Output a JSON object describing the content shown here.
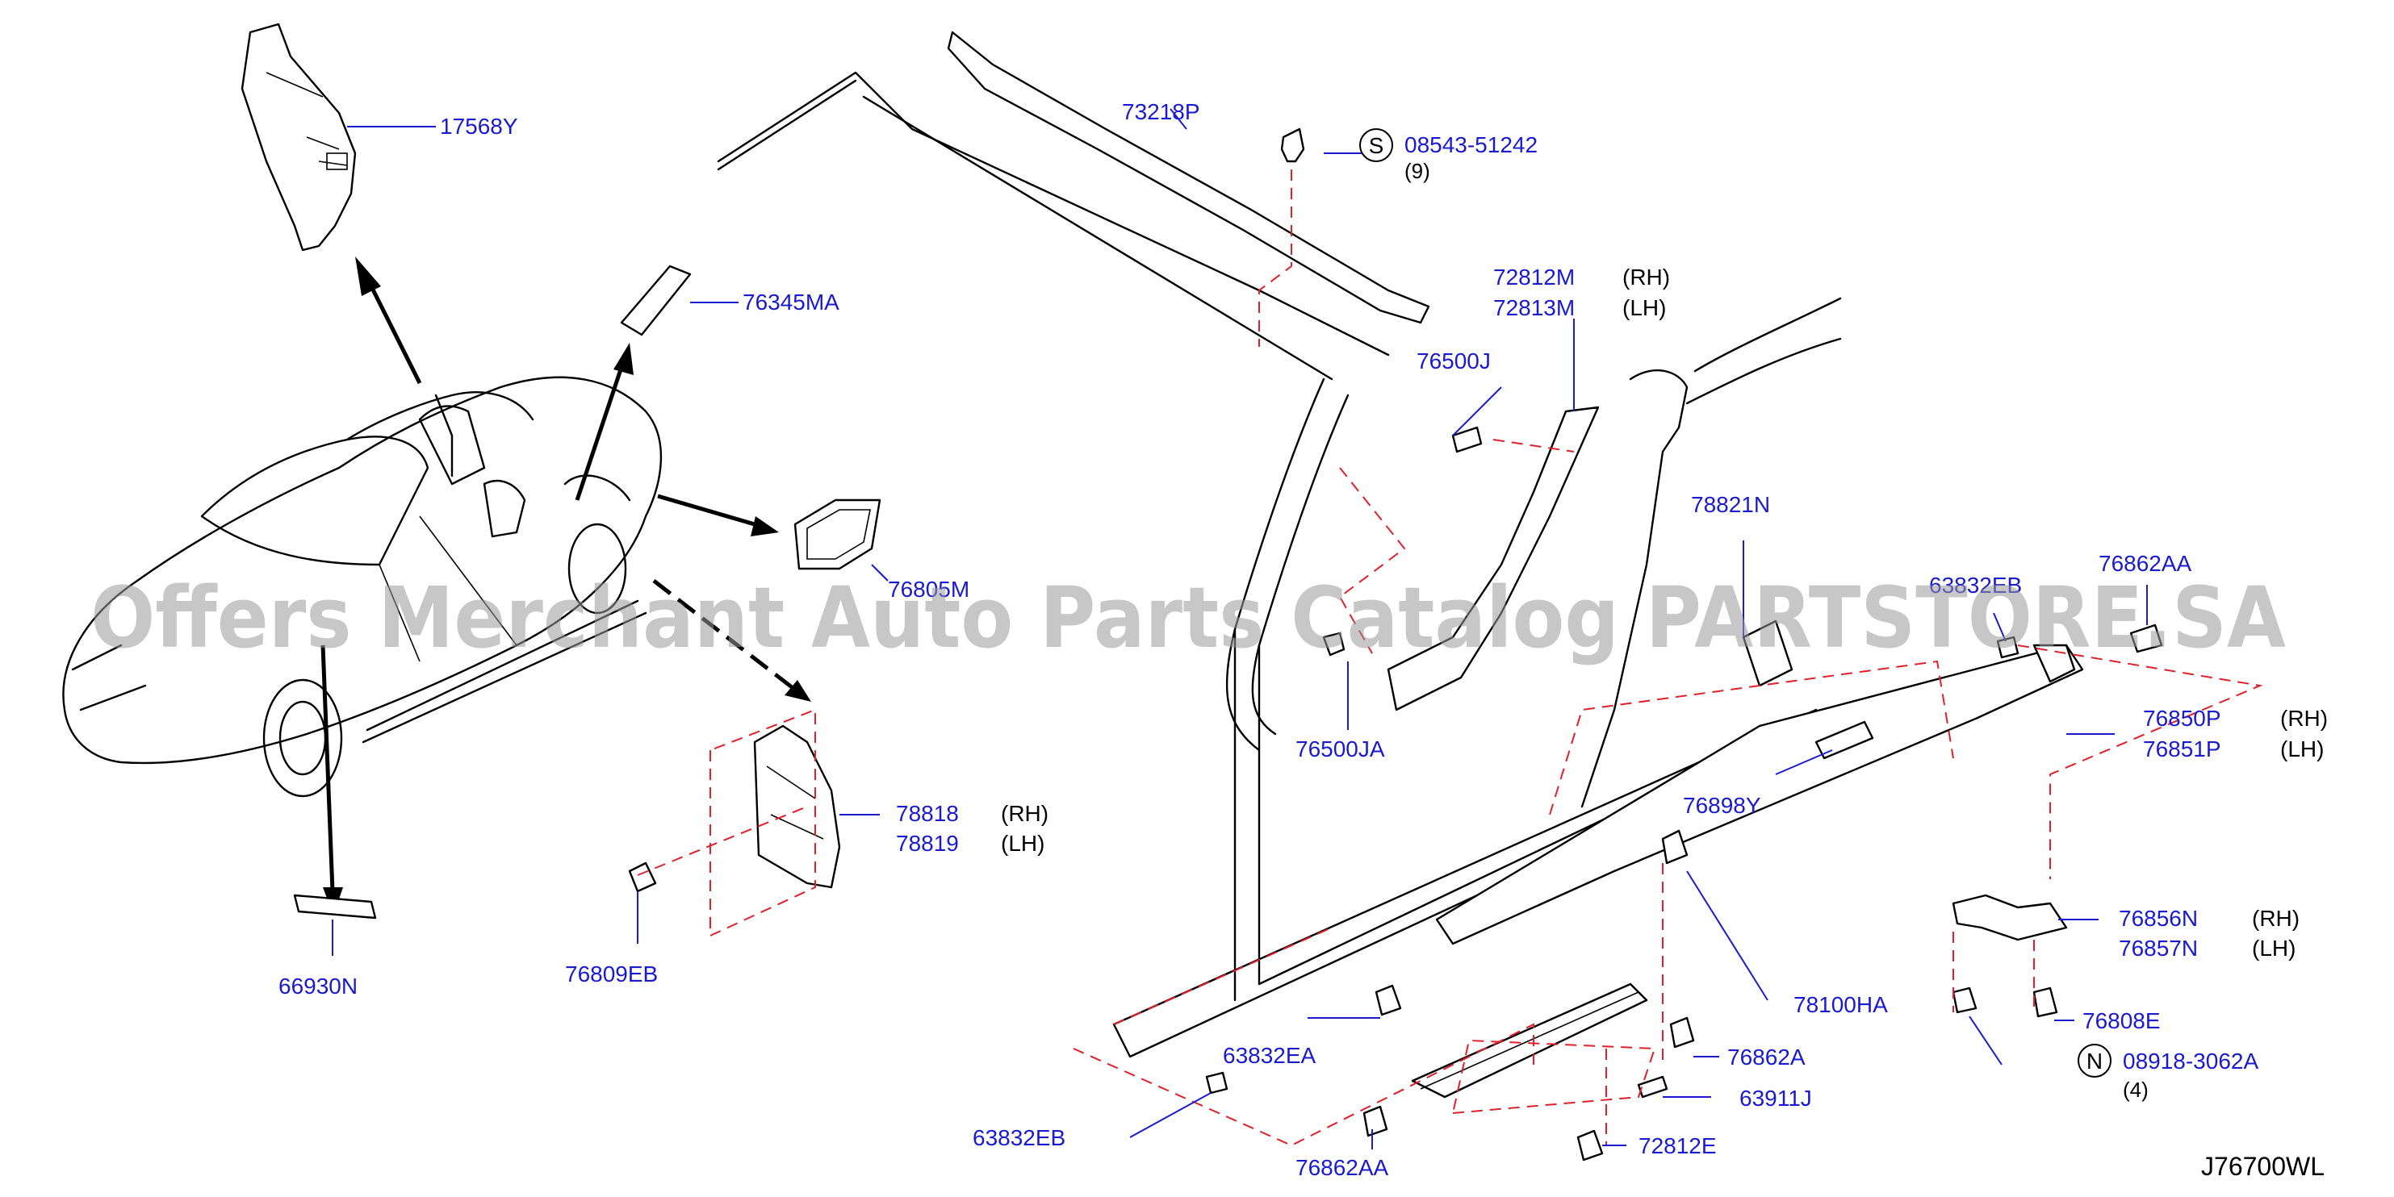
{
  "watermark": "Offers Merchant Auto Parts Catalog PARTSTORE.SA",
  "diagram_code": "J76700WL",
  "callouts": [
    {
      "id": "17568Y",
      "part": "17568Y",
      "side": ""
    },
    {
      "id": "76345MA",
      "part": "76345MA",
      "side": ""
    },
    {
      "id": "73218P",
      "part": "73218P",
      "side": ""
    },
    {
      "id": "08543-51242",
      "part": "08543-51242",
      "side": "",
      "symbol": "S",
      "qty": "(9)"
    },
    {
      "id": "72812M",
      "part": "72812M",
      "side": "(RH)"
    },
    {
      "id": "72813M",
      "part": "72813M",
      "side": "(LH)"
    },
    {
      "id": "76500J",
      "part": "76500J",
      "side": ""
    },
    {
      "id": "76805M",
      "part": "76805M",
      "side": ""
    },
    {
      "id": "78821N",
      "part": "78821N",
      "side": ""
    },
    {
      "id": "63832EB-top",
      "part": "63832EB",
      "side": ""
    },
    {
      "id": "76862AA-top",
      "part": "76862AA",
      "side": ""
    },
    {
      "id": "76500JA",
      "part": "76500JA",
      "side": ""
    },
    {
      "id": "76850P",
      "part": "76850P",
      "side": "(RH)"
    },
    {
      "id": "76851P",
      "part": "76851P",
      "side": "(LH)"
    },
    {
      "id": "78818",
      "part": "78818",
      "side": "(RH)"
    },
    {
      "id": "78819",
      "part": "78819",
      "side": "(LH)"
    },
    {
      "id": "76898Y",
      "part": "76898Y",
      "side": ""
    },
    {
      "id": "76809EB",
      "part": "76809EB",
      "side": ""
    },
    {
      "id": "66930N",
      "part": "66930N",
      "side": ""
    },
    {
      "id": "76856N",
      "part": "76856N",
      "side": "(RH)"
    },
    {
      "id": "76857N",
      "part": "76857N",
      "side": "(LH)"
    },
    {
      "id": "78100HA",
      "part": "78100HA",
      "side": ""
    },
    {
      "id": "76808E",
      "part": "76808E",
      "side": ""
    },
    {
      "id": "63832EA",
      "part": "63832EA",
      "side": ""
    },
    {
      "id": "76862A",
      "part": "76862A",
      "side": ""
    },
    {
      "id": "08918-3062A",
      "part": "08918-3062A",
      "side": "",
      "symbol": "N",
      "qty": "(4)"
    },
    {
      "id": "63911J",
      "part": "63911J",
      "side": ""
    },
    {
      "id": "63832EB-bottom",
      "part": "63832EB",
      "side": ""
    },
    {
      "id": "72812E",
      "part": "72812E",
      "side": ""
    },
    {
      "id": "76862AA-bottom",
      "part": "76862AA",
      "side": ""
    }
  ]
}
